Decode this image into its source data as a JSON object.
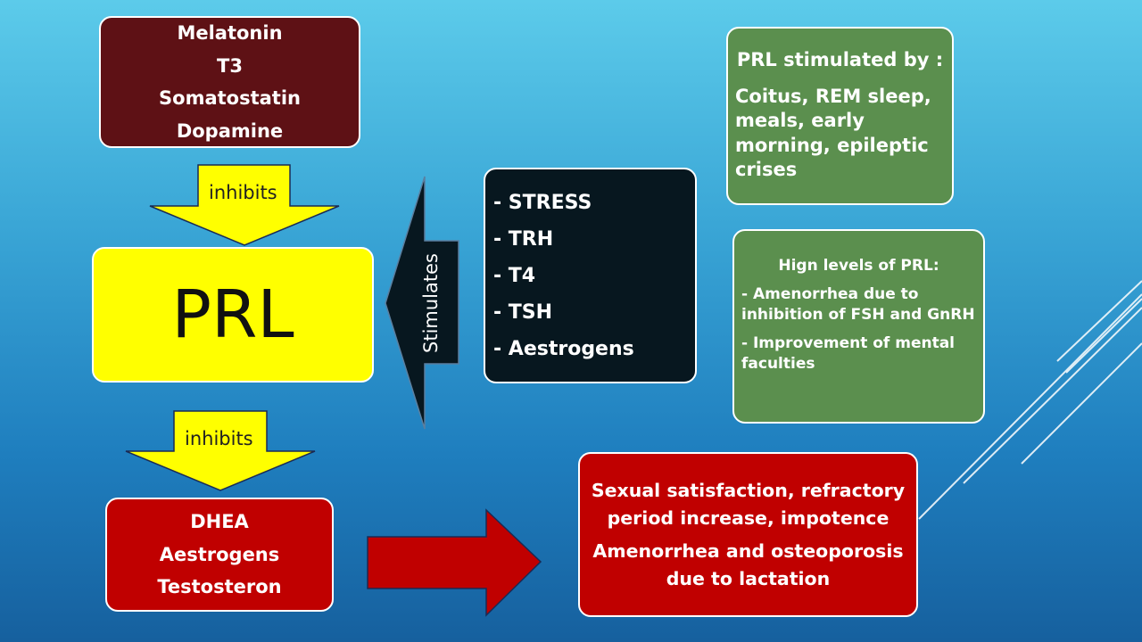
{
  "diagram": {
    "inhibitors": [
      "Melatonin",
      "T3",
      "Somatostatin",
      "Dopamine"
    ],
    "inhibits_top_label": "inhibits",
    "center_label": "PRL",
    "inhibits_bottom_label": "inhibits",
    "targets": [
      "DHEA",
      "Aestrogens",
      "Testosteron"
    ],
    "stimulates_label": "Stimulates",
    "stimuli": [
      "- STRESS",
      "- TRH",
      "- T4",
      "- TSH",
      "- Aestrogens"
    ],
    "stimulated_by": {
      "title": "PRL stimulated by :",
      "text": "Coitus, REM sleep, meals, early morning, epileptic crises"
    },
    "high_levels": {
      "title": "Hign levels of PRL:",
      "items": [
        "- Amenorrhea due to inhibition of FSH and GnRH",
        "- Improvement of mental faculties"
      ]
    },
    "effects": [
      "Sexual satisfaction, refractory period increase, impotence",
      "Amenorrhea and osteoporosis due to lactation"
    ]
  },
  "colors": {
    "background_top": "#5ccbea",
    "background_bottom": "#16609e",
    "inhibitor_box": "#5e1115",
    "prl_box": "#ffff00",
    "target_box": "#c00000",
    "stimuli_box": "#07171f",
    "info_box": "#5b8f4e",
    "effects_box": "#c00000",
    "down_arrow": "#ffff00",
    "right_arrow": "#c00000",
    "stimulate_arrow": "#07171f"
  }
}
